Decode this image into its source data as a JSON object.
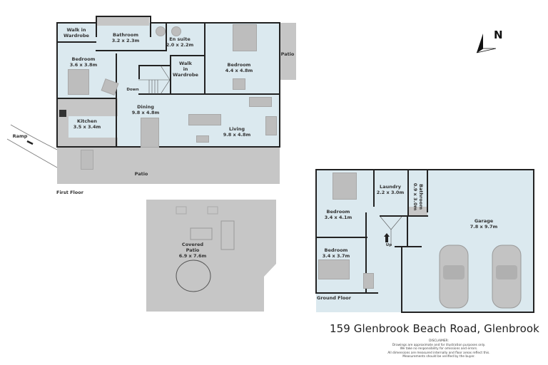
{
  "address": "159 Glenbrook Beach Road, Glenbrook",
  "disclaimer": {
    "heading": "DISCLAIMER:",
    "lines": [
      "Drawings are approximate and for illustration purposes only.",
      "We take no responsibility for omissions and errors.",
      "All dimensions are measured internally and floor areas reflect this.",
      "Measurements should be verified by the buyer."
    ]
  },
  "compass": {
    "label": "N"
  },
  "first_floor": {
    "label": "First Floor",
    "ramp_label": "Ramp",
    "down_label": "Down",
    "rooms": {
      "walk_in_wardrobe_1": {
        "name_1": "Walk in",
        "name_2": "Wardrobe"
      },
      "bathroom": {
        "name": "Bathroom",
        "size": "3.2 x 2.3m"
      },
      "en_suite": {
        "name": "En suite",
        "size": "2.0 x 2.2m"
      },
      "bedroom_left": {
        "name": "Bedroom",
        "size": "3.6 x 3.8m"
      },
      "walk_in_wardrobe_2": {
        "name_1": "Walk",
        "name_2": "in",
        "name_3": "Wardrobe"
      },
      "bedroom_master": {
        "name": "Bedroom",
        "size": "4.4 x 4.8m"
      },
      "patio_small": {
        "name": "Patio"
      },
      "kitchen": {
        "name": "Kitchen",
        "size": "3.5 x 3.4m"
      },
      "dining": {
        "name": "Dining",
        "size": "9.8 x 4.8m"
      },
      "living": {
        "name": "Living",
        "size": "9.8 x 4.8m"
      },
      "patio_main": {
        "name": "Patio"
      },
      "covered_patio": {
        "name_1": "Covered",
        "name_2": "Patio",
        "size": "6.9 x 7.6m"
      }
    }
  },
  "ground_floor": {
    "label": "Ground Floor",
    "up_label": "Up",
    "rooms": {
      "bedroom_1": {
        "name": "Bedroom",
        "size": "3.4 x 4.1m"
      },
      "laundry": {
        "name": "Laundry",
        "size": "2.2 x 3.0m"
      },
      "bathroom": {
        "name": "Bathroom",
        "size": "0.9 x 3.0m"
      },
      "garage": {
        "name": "Garage",
        "size": "7.8 x 9.7m"
      },
      "bedroom_2": {
        "name": "Bedroom",
        "size": "3.4 x 3.7m"
      }
    }
  },
  "colors": {
    "room_fill": "#dbe9ef",
    "outdoor_fill": "#c6c6c6",
    "wall": "#222222"
  }
}
